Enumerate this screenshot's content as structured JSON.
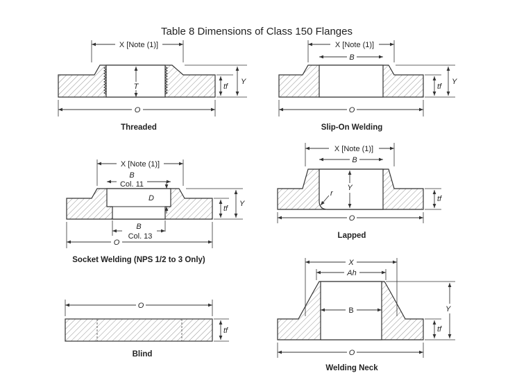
{
  "title": "Table 8   Dimensions of Class 150 Flanges",
  "labels": {
    "x_note": "X [Note (1)]",
    "x": "X",
    "o": "O",
    "t": "T",
    "b": "B",
    "y": "Y",
    "d": "D",
    "r": "r",
    "ah": "Ah",
    "tf": "tf",
    "col11": "Col. 11",
    "col13": "Col. 13"
  },
  "captions": {
    "threaded": "Threaded",
    "slip_on": "Slip-On Welding",
    "socket": "Socket Welding (NPS 1/2 to 3 Only)",
    "lapped": "Lapped",
    "blind": "Blind",
    "welding_neck": "Welding Neck"
  }
}
